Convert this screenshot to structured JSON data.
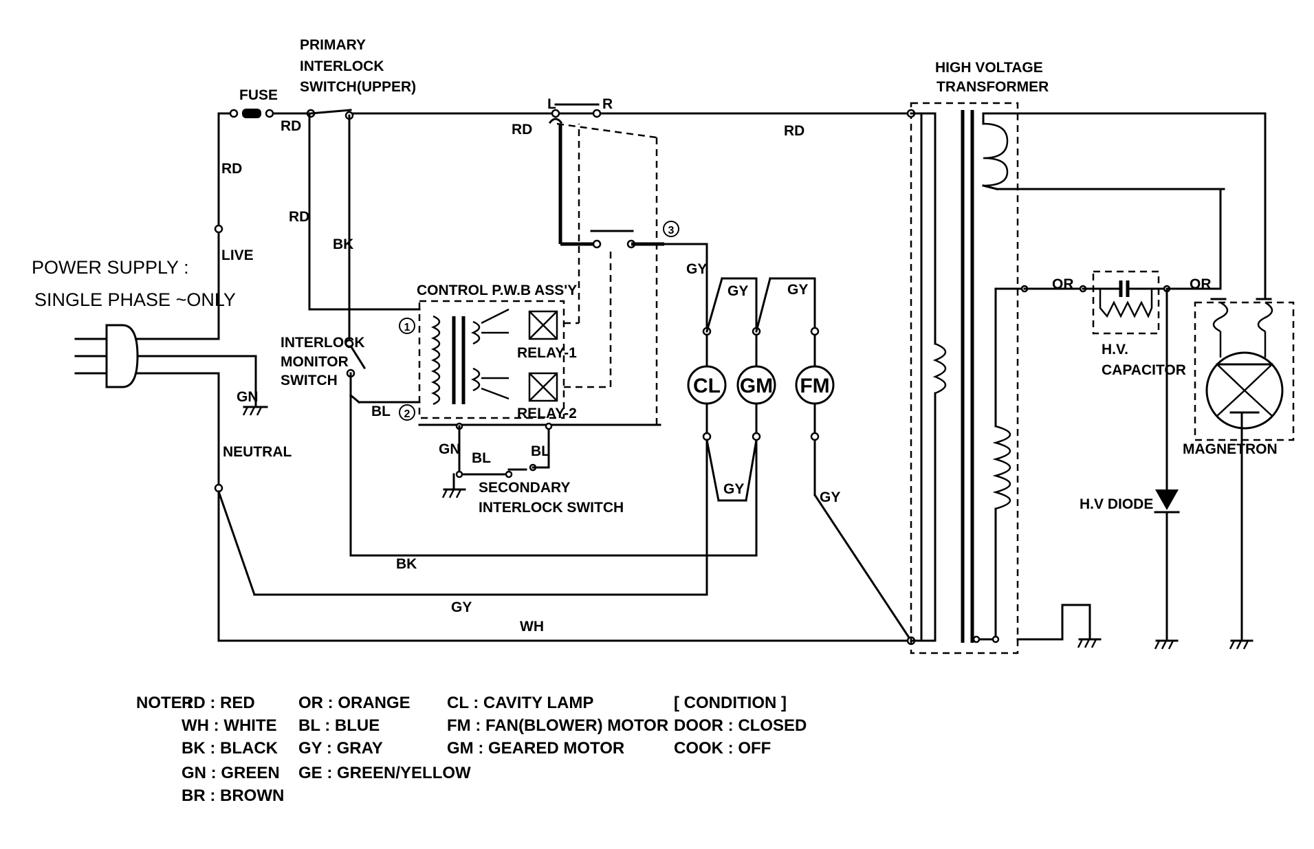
{
  "labels": {
    "fuse": "FUSE",
    "primary_interlock_1": "PRIMARY",
    "primary_interlock_2": "INTERLOCK",
    "primary_interlock_3": "SWITCH(UPPER)",
    "rd": "RD",
    "bk": "BK",
    "bl": "BL",
    "gn": "GN",
    "gy": "GY",
    "wh": "WH",
    "or": "OR",
    "live": "LIVE",
    "neutral": "NEUTRAL",
    "power_supply_1": "POWER SUPPLY :",
    "power_supply_2": "SINGLE PHASE ~ONLY",
    "interlock_monitor_1": "INTERLOCK",
    "interlock_monitor_2": "MONITOR",
    "interlock_monitor_3": "SWITCH",
    "control_pwb": "CONTROL P.W.B ASS'Y",
    "relay1": "RELAY-1",
    "relay2": "RELAY-2",
    "secondary_1": "SECONDARY",
    "secondary_2": "INTERLOCK SWITCH",
    "terminal_l": "L",
    "terminal_r": "R",
    "node1": "1",
    "node2": "2",
    "node3": "3",
    "cl": "CL",
    "gm": "GM",
    "fm": "FM",
    "hv_transformer_1": "HIGH VOLTAGE",
    "hv_transformer_2": "TRANSFORMER",
    "hv_capacitor_1": "H.V.",
    "hv_capacitor_2": "CAPACITOR",
    "hv_diode": "H.V DIODE",
    "magnetron": "MAGNETRON"
  },
  "notes": {
    "prefix": "NOTE :",
    "col1": [
      "RD  :  RED",
      "WH  :  WHITE",
      "BK  :  BLACK",
      "GN  :  GREEN",
      "BR  :  BROWN"
    ],
    "col2": [
      "OR  :  ORANGE",
      "BL  :  BLUE",
      "GY  :  GRAY",
      "GE  :  GREEN/YELLOW"
    ],
    "col3": [
      "CL  :  CAVITY LAMP",
      "FM  :  FAN(BLOWER) MOTOR",
      "GM  :  GEARED MOTOR"
    ],
    "condition_title": "[ CONDITION ]",
    "condition": [
      "DOOR  :  CLOSED",
      "COOK  :  OFF"
    ]
  }
}
